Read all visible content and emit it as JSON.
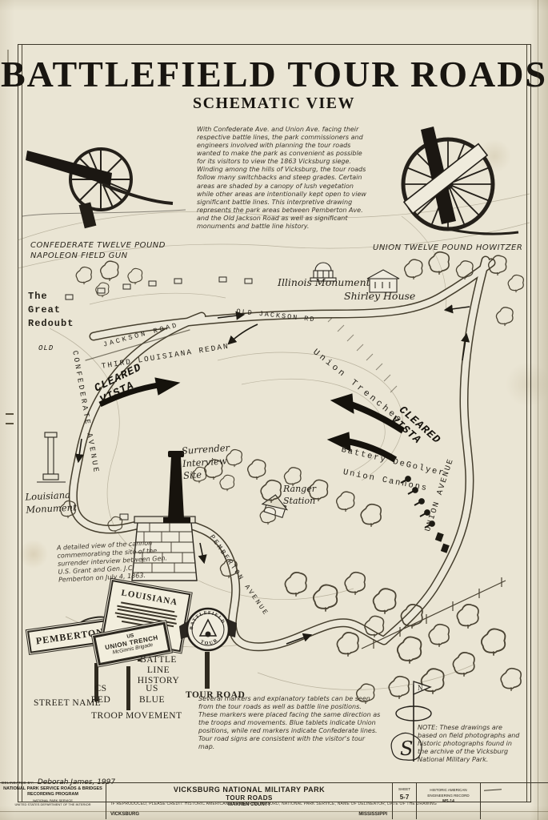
{
  "header": {
    "title": "BATTLEFIELD TOUR ROADS",
    "subtitle": "SCHEMATIC VIEW"
  },
  "intro": "With Confederate Ave. and Union Ave. facing their respective battle lines, the park commissioners and engineers involved with planning the tour roads wanted to make the park as convenient as possible for its visitors to view the 1863 Vicksburg siege. Winding among the hills of Vicksburg, the tour roads follow many switchbacks and steep grades.  Certain areas are shaded by a canopy of lush vegetation while other areas are intentionally kept open to view significant battle lines.  This interpretive drawing represents the park areas between Pemberton Ave. and the Old Jackson Road as well as significant monuments and battle line history.",
  "cannons": {
    "left_label": "CONFEDERATE TWELVE POUND\nNAPOLEON FIELD GUN",
    "right_label": "UNION TWELVE POUND HOWITZER"
  },
  "map": {
    "labels": {
      "great_redoubt": "The\n Great\n  Redoubt",
      "old": "OLD",
      "jackson_road": "JACKSON ROAD",
      "third_louisiana_redan": "THIRD LOUISIANA REDAN",
      "cleared_vista_left": "CLEARED\n VISTA",
      "cleared_vista_right": "CLEARED\n VISTA",
      "old_jackson_rd": "OLD JACKSON RD",
      "illinois_monument": "Illinois Monument",
      "shirley_house": "Shirley House",
      "union_trenches": "Union Trenches",
      "battery_degolyer": "Battery DeGolyer",
      "union_cannons": "Union Cannons",
      "union_avenue": "UNION AVENUE",
      "confederate_avenue": "CONFEDERATE AVENUE",
      "pemberton_avenue": "PEMBERTON AVENUE",
      "surrender_site": "Surrender\n Interview\n    Site",
      "ranger_station": "Ranger\nStation",
      "louisiana_monument": "Louisiana\nMonument"
    },
    "cannon_caption": "A detailed view of the cannon commemorating the site of the surrender interview between Gen. U.S. Grant and Gen. J.C. Pemberton on July 4, 1863."
  },
  "legend": {
    "street_sign": "PEMBERTON AVE.",
    "street_name": "STREET NAME",
    "tablet_title": "LOUISIANA",
    "blue_tablet_line1": "US",
    "blue_tablet_line2": "UNION TRENCH",
    "blue_tablet_line3": "McGinnis Brigade",
    "battle_line_history": "BATTLE\nLINE\nHISTORY",
    "cs_red": "CS\nRED",
    "us_blue": "US\nBLUE",
    "troop_movement": "TROOP MOVEMENT",
    "tour_sign_top": "BATTLEFIELD",
    "tour_sign_bottom": "TOUR",
    "tour_road": "TOUR ROAD"
  },
  "markers_note": "Several markers and explanatory tablets can be seen from the tour roads as well as battle line positions.  These markers were placed facing the same direction as the troops and movements.  Blue tablets indicate Union positions, while red markers indicate Confederate lines.  Tour road signs are consistent with the visitor's tour map.",
  "note": "NOTE:  These drawings are based on field photographs and historic photographs found in the archive of the Vicksburg National Military Park.",
  "north": {
    "n": "N",
    "s": "S"
  },
  "titleblock": {
    "delineated_by_label": "DELINEATED BY:",
    "delineated_by": "Deborah James, 1997",
    "program_line1": "NATIONAL PARK SERVICE ROADS & BRIDGES",
    "program_line2": "RECORDING PROGRAM",
    "program_line3": "NATIONAL PARK SERVICE",
    "program_line4": "UNITED STATES DEPARTMENT OF THE INTERIOR",
    "city": "VICKSBURG",
    "park_line1": "VICKSBURG NATIONAL MILITARY PARK",
    "park_line2": "TOUR ROADS",
    "park_line3": "WARREN COUNTY",
    "state": "MISSISSIPPI",
    "sheet_label": "SHEET",
    "sheet_no": "5-7",
    "haer_line1": "HISTORIC AMERICAN",
    "haer_line2": "ENGINEERING RECORD",
    "haer_line3": "MS-14",
    "credit": "IF REPRODUCED, PLEASE CREDIT: HISTORIC AMERICAN ENGINEERING RECORD, NATIONAL PARK SERVICE, NAME OF DELINEATOR, DATE OF THE DRAWING"
  }
}
